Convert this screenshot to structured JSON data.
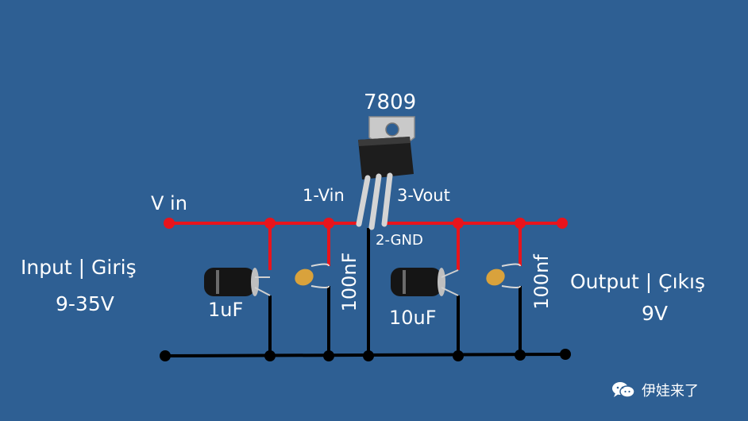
{
  "regulator": {
    "part_number": "7809",
    "pin1": "1-Vin",
    "pin2": "2-GND",
    "pin3": "3-Vout"
  },
  "input": {
    "rail_label": "V in",
    "title": "Input | Giriş",
    "range": "9-35V"
  },
  "output": {
    "title": "Output | Çıkış",
    "voltage": "9V"
  },
  "capacitors": {
    "c1": "1uF",
    "c2": "100nF",
    "c3": "10uF",
    "c4": "100nf"
  },
  "watermark": {
    "text": "伊娃来了"
  },
  "colors": {
    "background": "#2e5f93",
    "rail": "#e8141c",
    "ground": "#000000",
    "text": "#ffffff"
  }
}
